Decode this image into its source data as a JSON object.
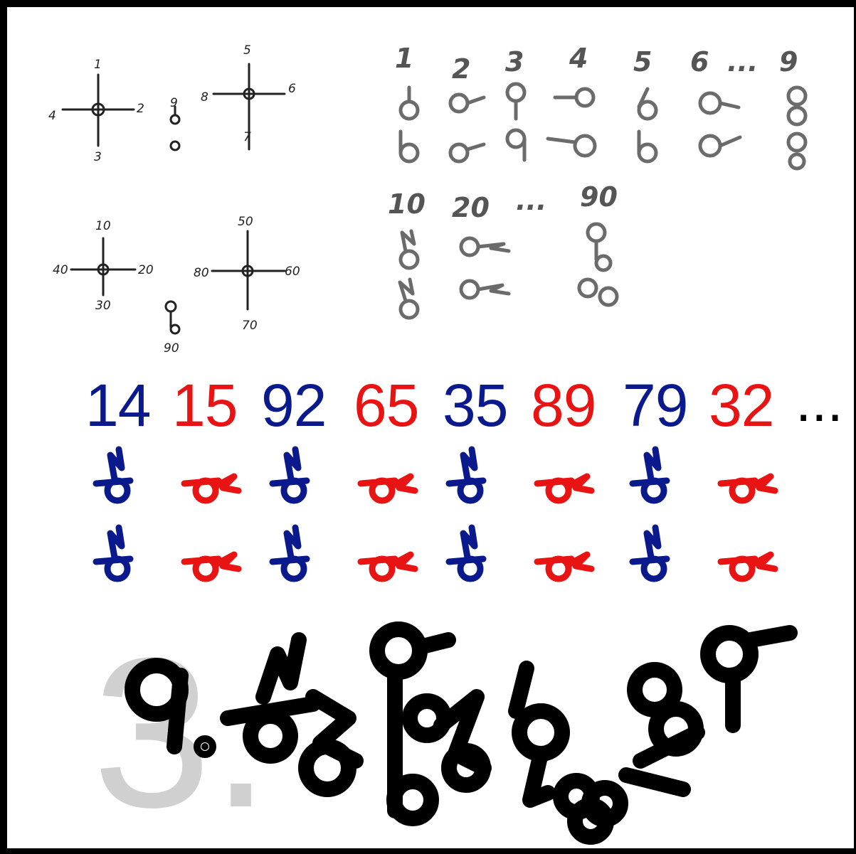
{
  "diagram1": {
    "labels": [
      "1",
      "2",
      "3",
      "4",
      "5",
      "6",
      "7",
      "8",
      "9"
    ]
  },
  "diagram2": {
    "labels": [
      "10",
      "20",
      "30",
      "40",
      "50",
      "60",
      "70",
      "80",
      "90"
    ]
  },
  "grey_table": {
    "units": [
      "1",
      "2",
      "3",
      "4",
      "5",
      "6",
      "...",
      "9"
    ],
    "tens": [
      "10",
      "20",
      "...",
      "90"
    ]
  },
  "examples": {
    "numbers": [
      {
        "text": "14",
        "color": "#0a1a8c"
      },
      {
        "text": "15",
        "color": "#e81313"
      },
      {
        "text": "92",
        "color": "#0a1a8c"
      },
      {
        "text": "65",
        "color": "#e81313"
      },
      {
        "text": "35",
        "color": "#0a1a8c"
      },
      {
        "text": "89",
        "color": "#e81313"
      },
      {
        "text": "79",
        "color": "#0a1a8c"
      },
      {
        "text": "32",
        "color": "#e81313"
      }
    ],
    "ellipsis": "..."
  },
  "bottom": {
    "ghost_text": "3.",
    "ghost_color": "#d0d0d0",
    "ink_color": "#000000"
  },
  "colors": {
    "blue": "#0a1a8c",
    "red": "#e81313",
    "grey": "#6b6b6b",
    "frame": "#000000"
  }
}
